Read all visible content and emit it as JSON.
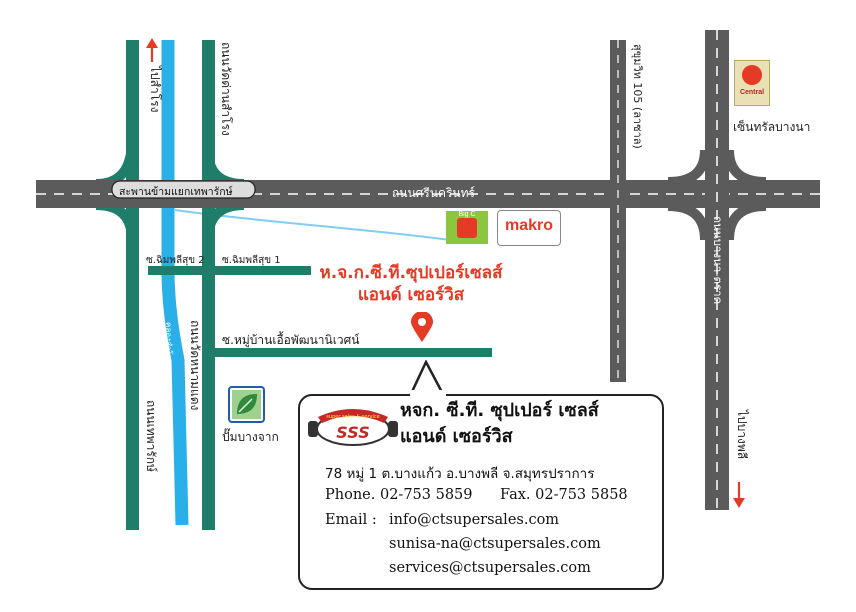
{
  "map": {
    "roads": {
      "srinakarin": "ถนนศรีนครินทร์",
      "flyover": "สะพานข้ามแยกเทพารักษ์",
      "thepharak_road": "ถนนเทพารักษ์",
      "wat_dan_samrong": "ถนนวัดด่านสำโรง",
      "wat_hua_khae": "ถนนวัดหนามแดง",
      "sukhumvit_105": "สุขุมวิท 105 (ลาซาล)",
      "bangna_trat": "ถนนบางนา-ตราด",
      "soi_chim_1": "ซ.ฉิมพลีสุข 1",
      "soi_chim_2": "ซ.ฉิมพลีสุข 2",
      "soi_village": "ซ.หมู่บ้านเอื้อพัฒนานิเวศน์",
      "canal": "คลองสำโรง"
    },
    "directions": {
      "to_samrong": "ไปสำโรง",
      "to_bangphli": "ไปบางพลี"
    },
    "landmarks": {
      "central": "เซ็นทรัลบางนา",
      "central_logo_text": "Central",
      "bigc_logo_text": "Big C",
      "makro": "makro",
      "gas_station": "ปั๊มบางจาก"
    },
    "colors": {
      "road": "#5b5b5b",
      "green_road": "#1e7e6a",
      "canal": "#2ab0e8",
      "accent_red": "#e53a26"
    }
  },
  "company": {
    "name_line1": "ห.จ.ก.ซี.ที.ซุปเปอร์เซลส์",
    "name_line2": "แอนด์ เซอร์วิส",
    "card_title_line1": "หจก. ซี.ที. ซุปเปอร์ เซลส์",
    "card_title_line2": "แอนด์ เซอร์วิส",
    "logo_text": "SSS",
    "logo_banner": "super sales & service",
    "address": "78 หมู่ 1 ต.บางแก้ว อ.บางพลี จ.สมุทรปราการ",
    "phone": "Phone. 02-753 5859",
    "fax": "Fax. 02-753 5858",
    "email_label": "Email :",
    "email_1": "info@ctsupersales.com",
    "email_2": "sunisa-na@ctsupersales.com",
    "email_3": "services@ctsupersales.com"
  }
}
